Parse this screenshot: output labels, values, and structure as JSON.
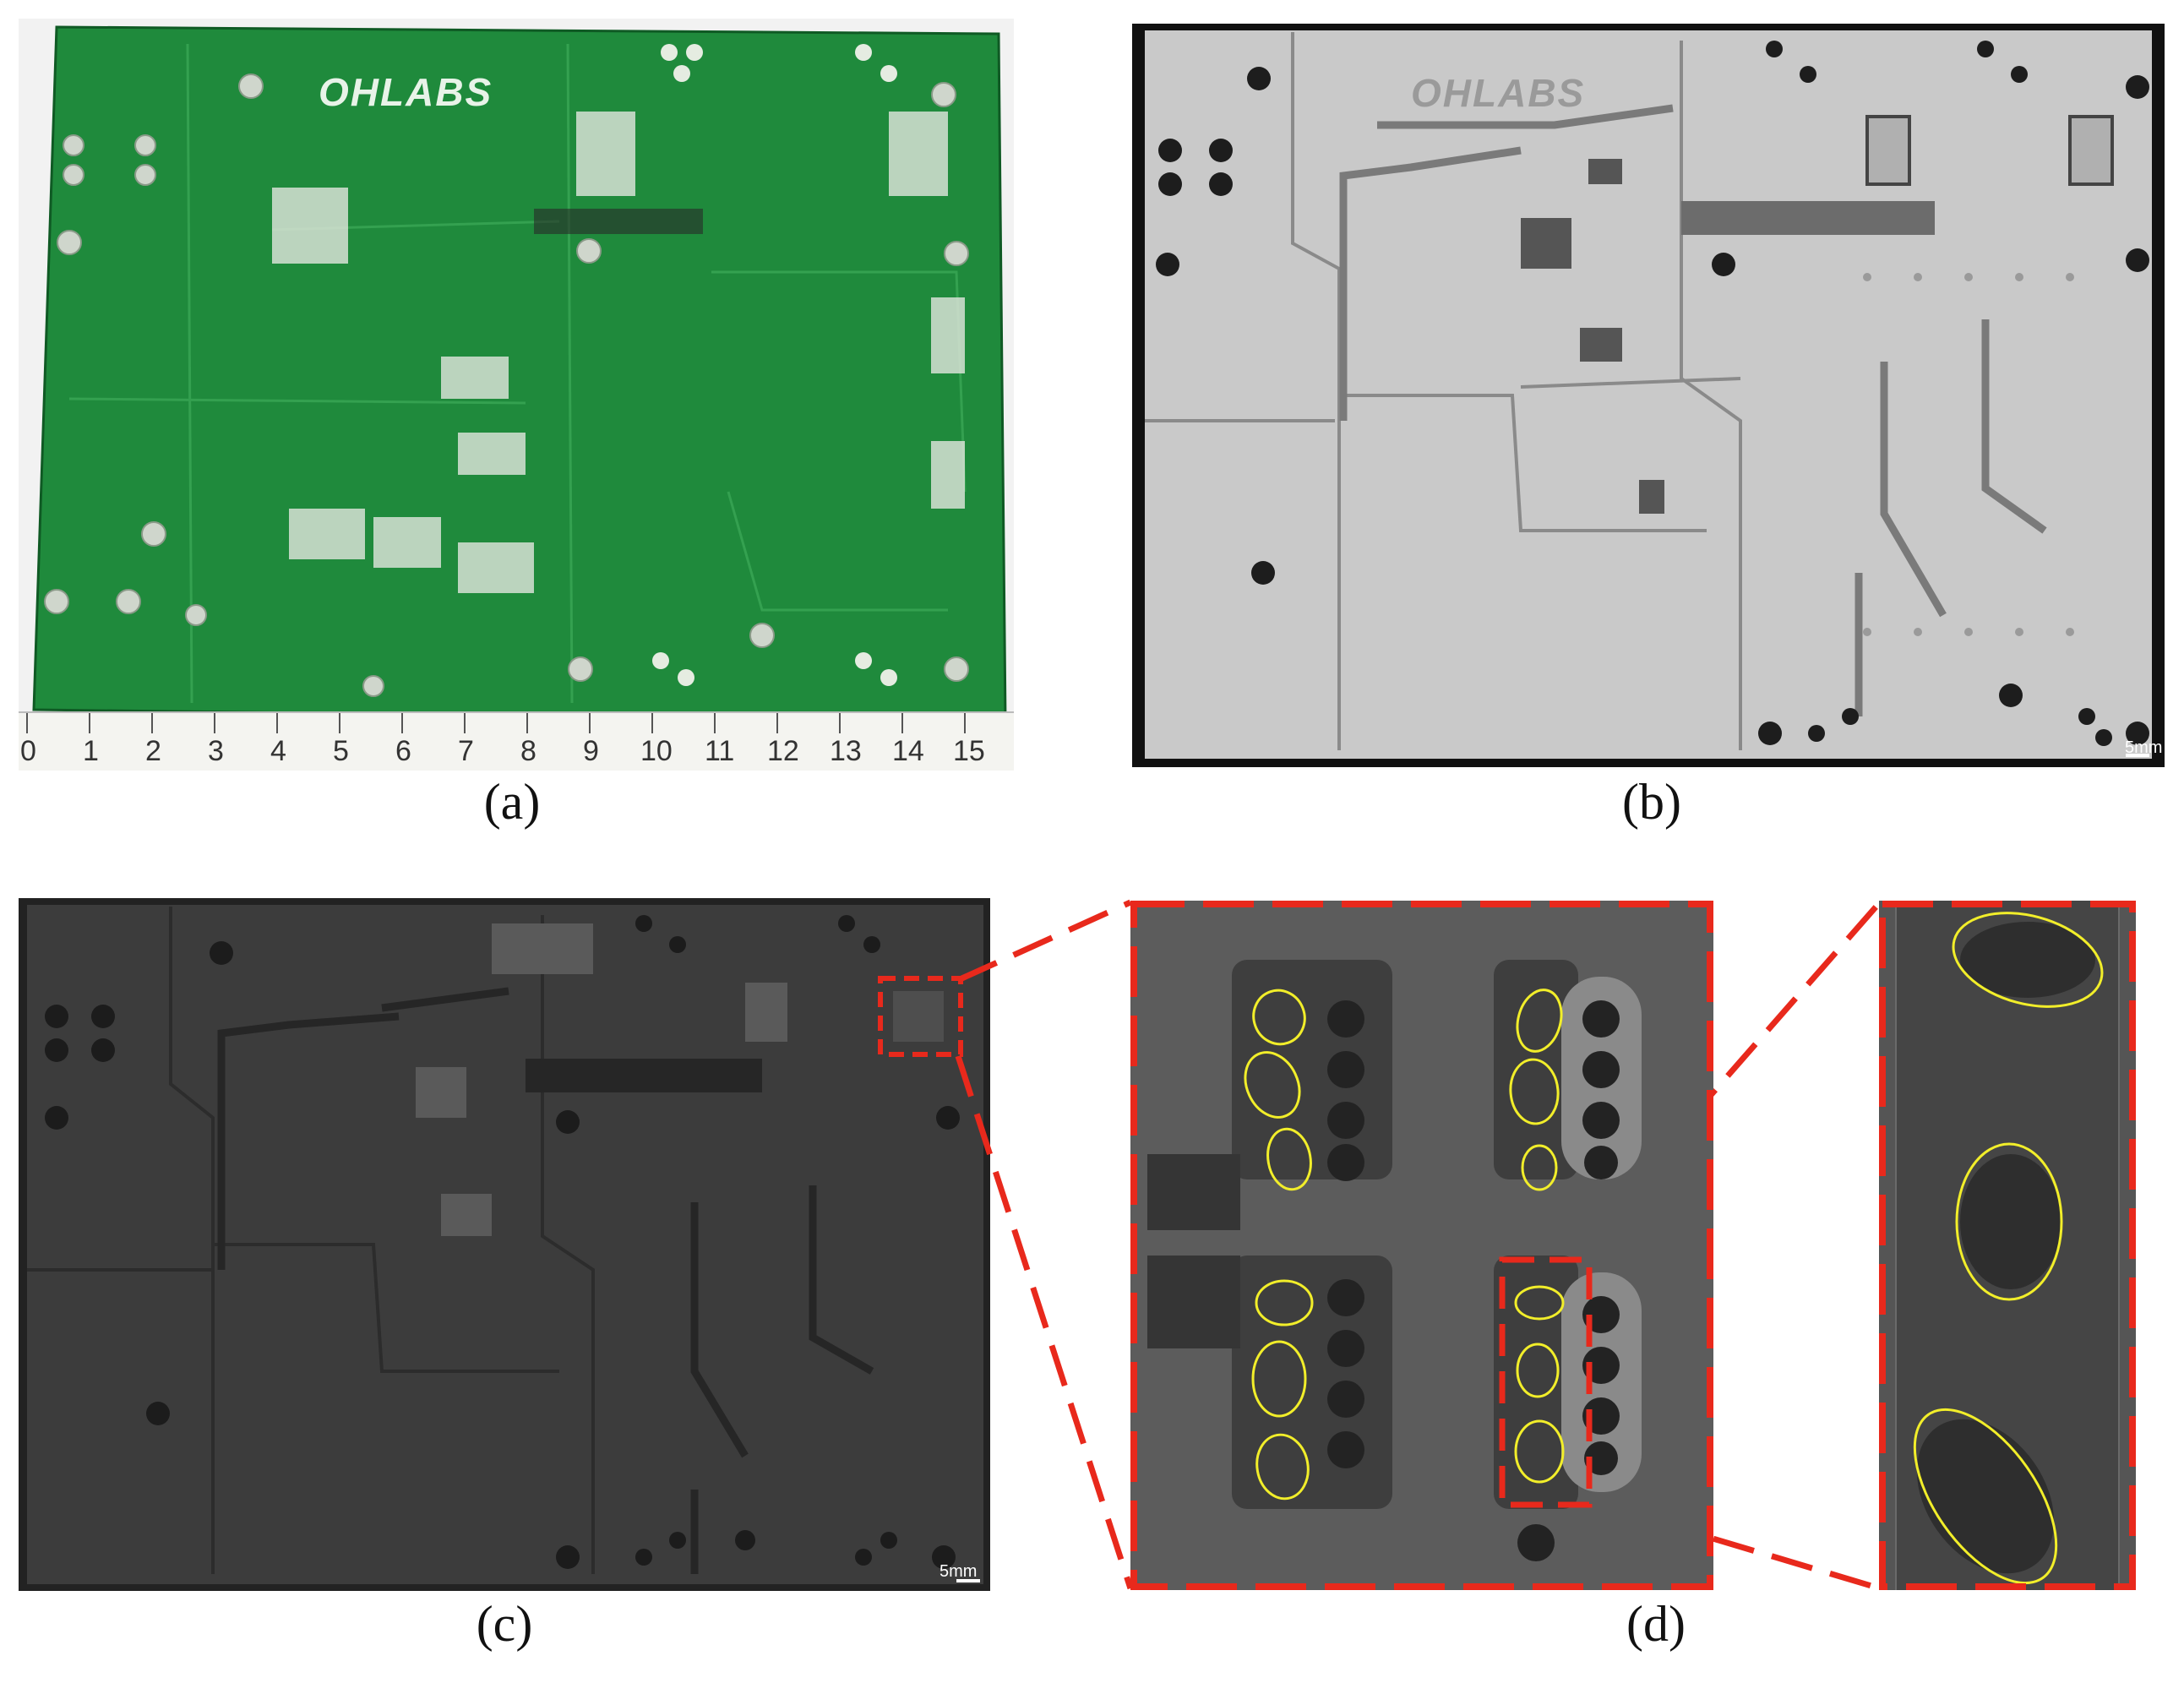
{
  "figure": {
    "panels": [
      {
        "id": "a",
        "caption": "(a)",
        "logo": "OHLABS",
        "ruler_numbers": [
          "0",
          "1",
          "2",
          "3",
          "4",
          "5",
          "6",
          "7",
          "8",
          "9",
          "10",
          "11",
          "12",
          "13",
          "14",
          "15"
        ]
      },
      {
        "id": "b",
        "caption": "(b)",
        "logo": "OHLABS",
        "scale_label": "5mm"
      },
      {
        "id": "c",
        "caption": "(c)",
        "scale_label": "5mm"
      },
      {
        "id": "d",
        "caption": "(d)"
      }
    ]
  },
  "colors": {
    "pcb_green": "#1f8a3c",
    "xray_light": "#c9c9c9",
    "xray_dark": "#3a3a3a",
    "highlight_red": "#e8291c",
    "void_yellow": "#f2ee2a"
  }
}
